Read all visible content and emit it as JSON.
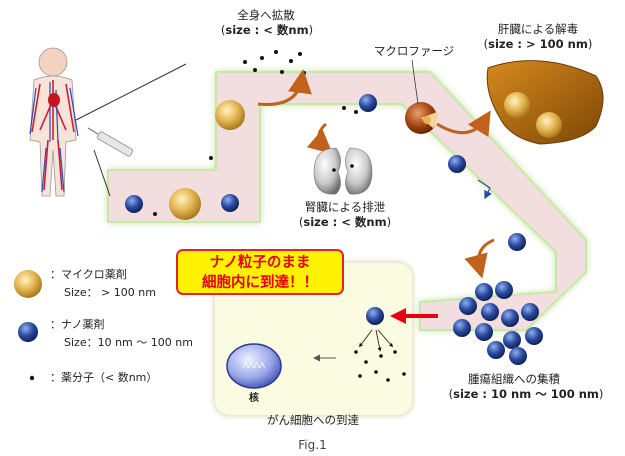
{
  "labels": {
    "diffusion": "全身へ拡散",
    "diffusion_size": "size : < 数nm",
    "macrophage": "マクロファージ",
    "liver": "肝臓による解毒",
    "liver_size": "size : > 100 nm",
    "kidney": "腎臓による排泄",
    "kidney_size": "size : < 数nm",
    "tumor": "腫瘍組織への集積",
    "tumor_size": "size : 10 nm 〜 100 nm",
    "cancer_cell": "がん細胞への到達",
    "nucleus": "核",
    "dna": "ΛΛΛΛ"
  },
  "callout": {
    "line1": "ナノ粒子のまま",
    "line2": "細胞内に到達！！"
  },
  "legend": [
    {
      "name": "：マイクロ薬剤",
      "size": "Size： > 100 nm"
    },
    {
      "name": "：ナノ薬剤",
      "size": "Size：10 nm 〜 100 nm"
    },
    {
      "name": "：薬分子（< 数nm）",
      "size": ""
    }
  ],
  "caption": "Fig.1",
  "colors": {
    "vessel_fill": "#f2dede",
    "vessel_glow": "#b4e28a",
    "micro": "#e3b552",
    "nano": "#2a4aa0",
    "callout_red": "#e60012",
    "liver": "#b36a12"
  }
}
